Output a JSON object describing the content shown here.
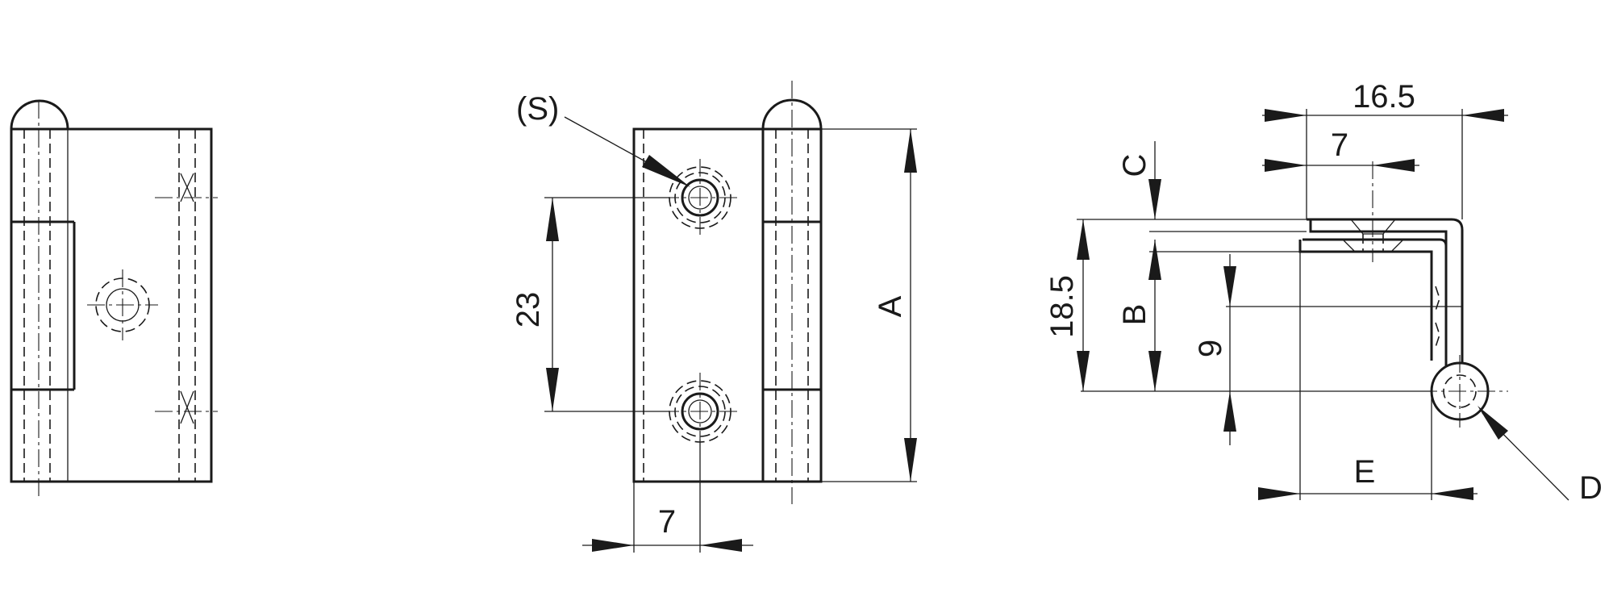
{
  "dimensions": {
    "pitch": "23",
    "edge_offset_front": "7",
    "height": "A",
    "screw_label": "(S)",
    "width_total": "16.5",
    "edge_offset_side": "7",
    "top_gap": "C",
    "overall_depth": "18.5",
    "leaf_to_pin": "B",
    "pin_height": "9",
    "pin_offset": "E",
    "pin_diameter": "D"
  }
}
